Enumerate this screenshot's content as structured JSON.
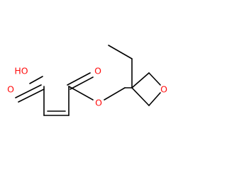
{
  "molecule": {
    "atoms": {
      "hydroxyl": {
        "symbol": "HO",
        "color": "#ff0d0d"
      },
      "acid_carbonyl_oxygen": {
        "symbol": "O",
        "color": "#ff0d0d"
      },
      "ester_carbonyl_oxygen": {
        "symbol": "O",
        "color": "#ff0d0d"
      },
      "ester_oxygen": {
        "symbol": "O",
        "color": "#ff0d0d"
      },
      "oxetane_oxygen": {
        "symbol": "O",
        "color": "#ff0d0d"
      }
    },
    "bond_color": "#000000",
    "background": "#ffffff"
  }
}
